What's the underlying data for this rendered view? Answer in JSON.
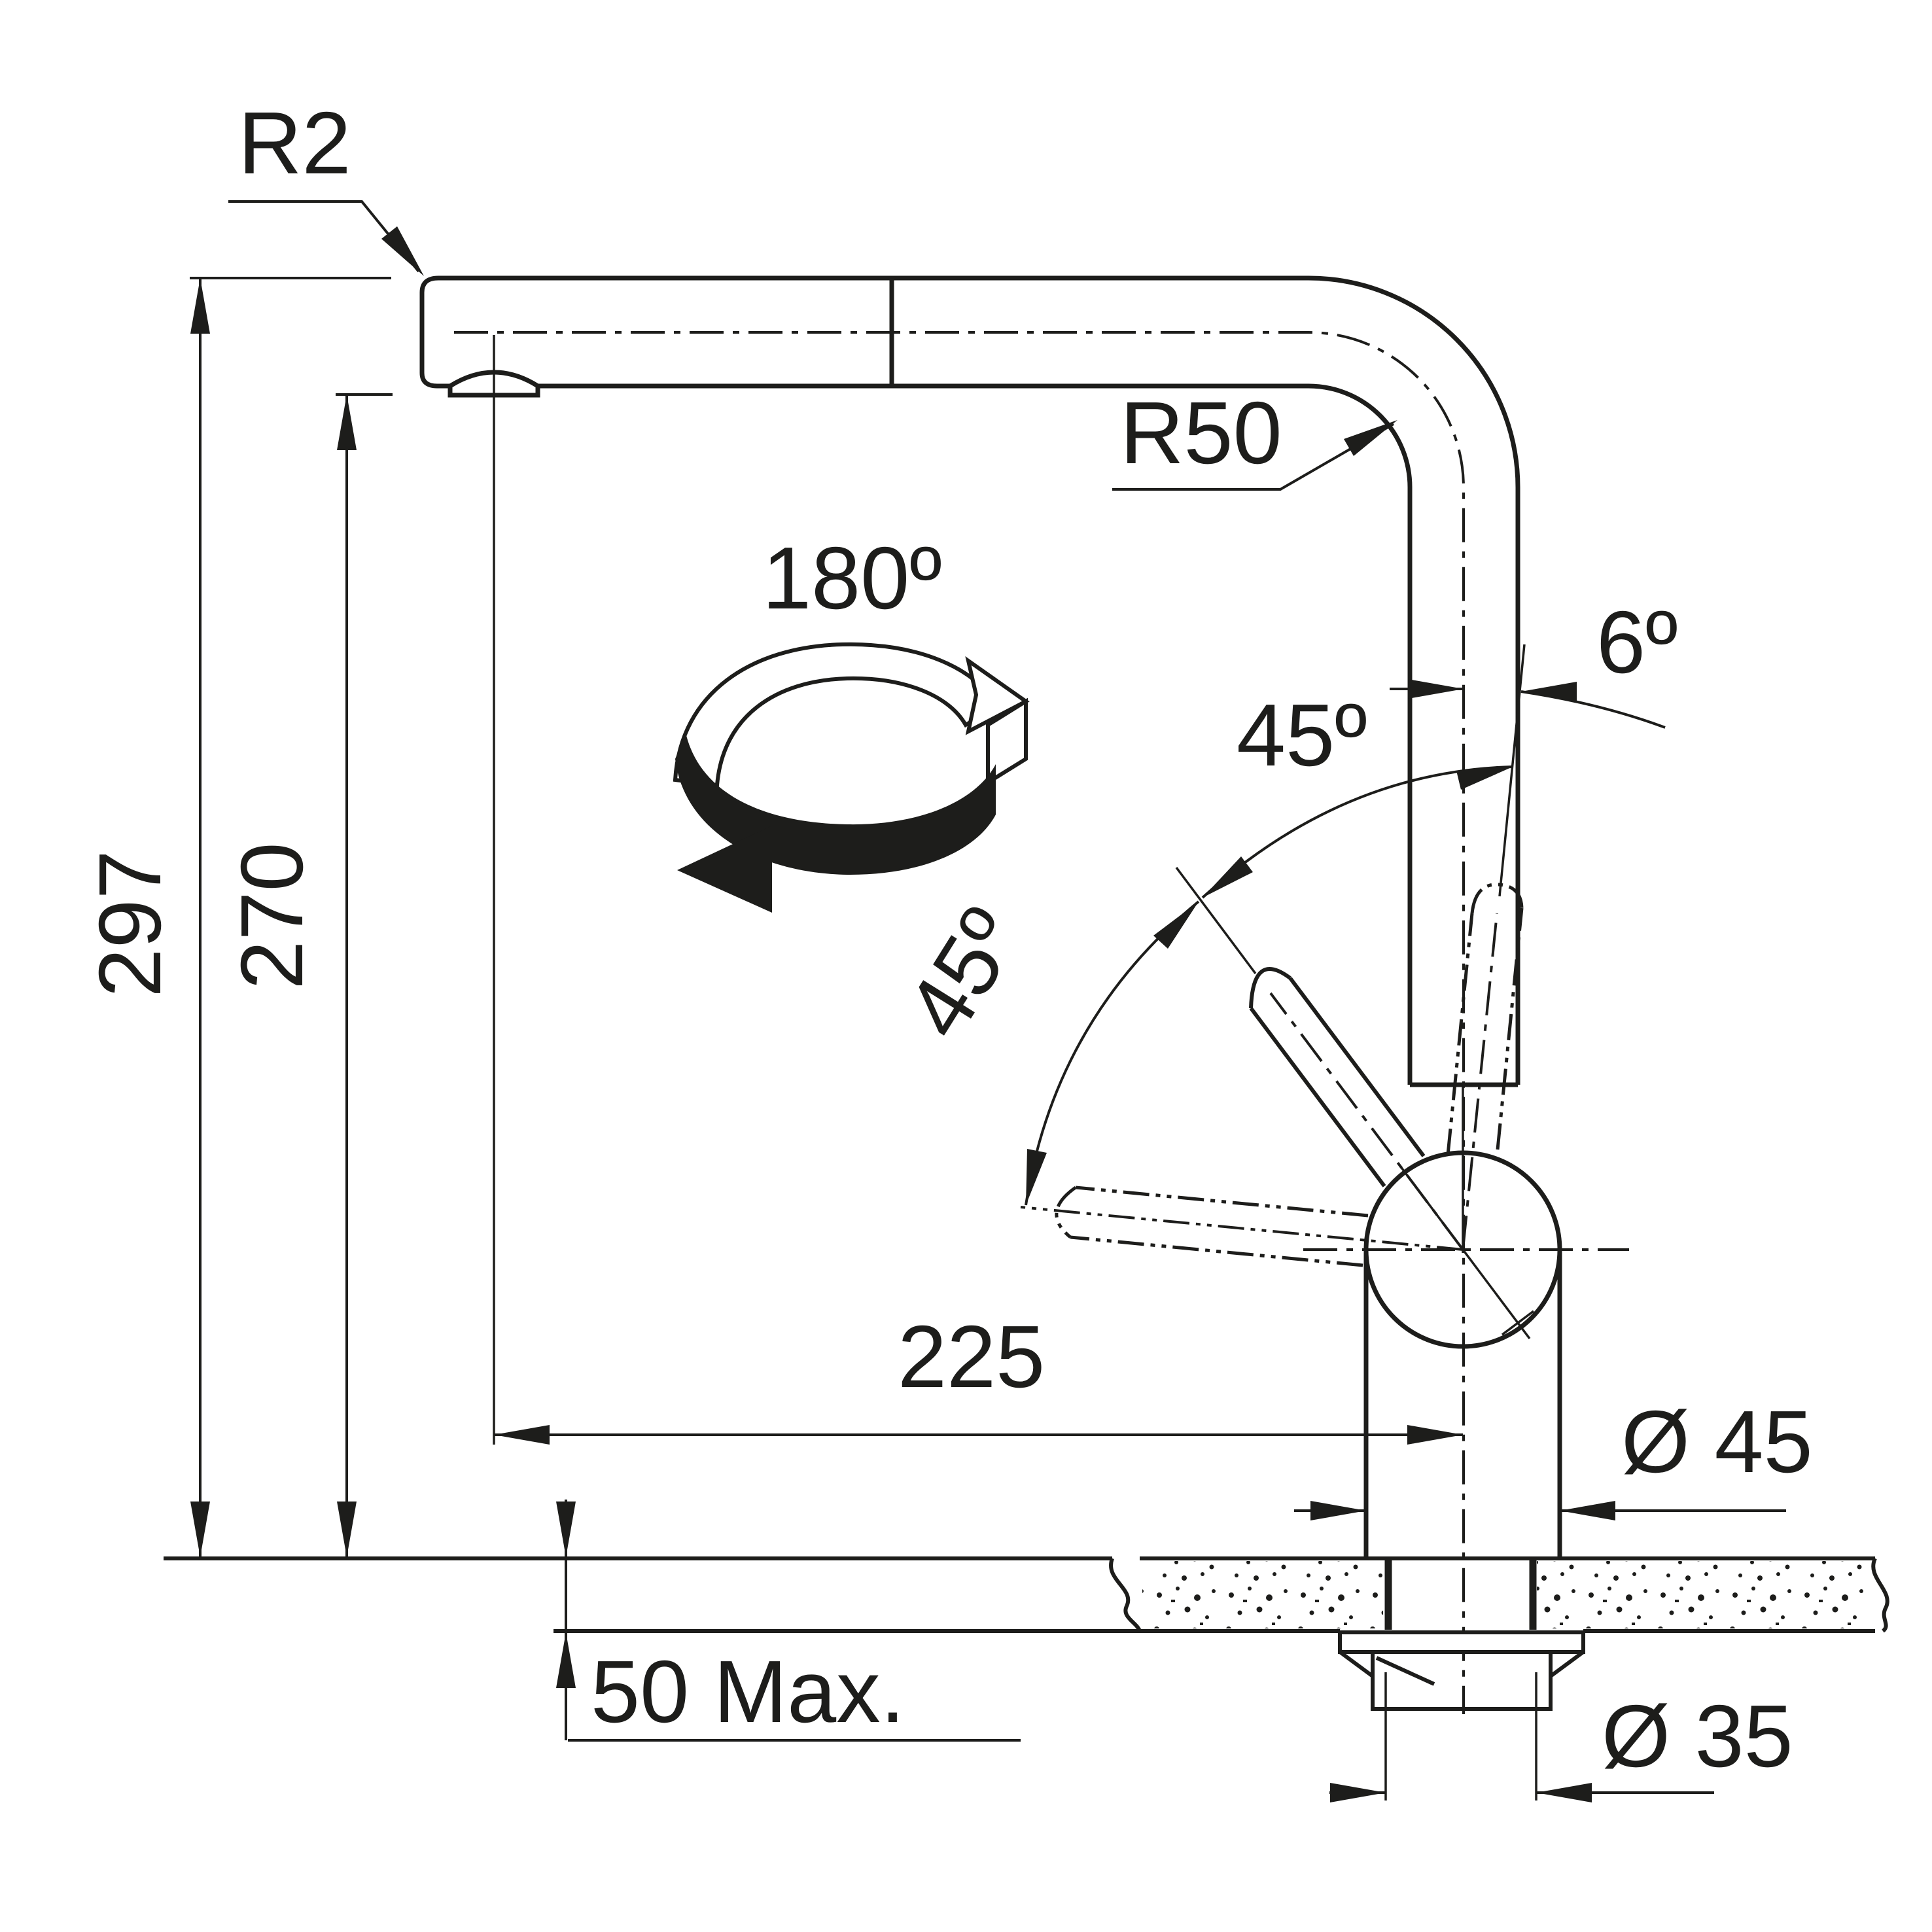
{
  "drawing": {
    "background": "#ffffff",
    "stroke_color": "#1d1d1b",
    "labels": {
      "r2": "R2",
      "r50": "R50",
      "rot180": "180º",
      "angle45_upper": "45º",
      "angle45_lower": "45º",
      "angle6": "6º",
      "dim297": "297",
      "dim270": "270",
      "dim225": "225",
      "dia45": "Ø 45",
      "dia35": "Ø 35",
      "max50": "50 Max."
    }
  }
}
